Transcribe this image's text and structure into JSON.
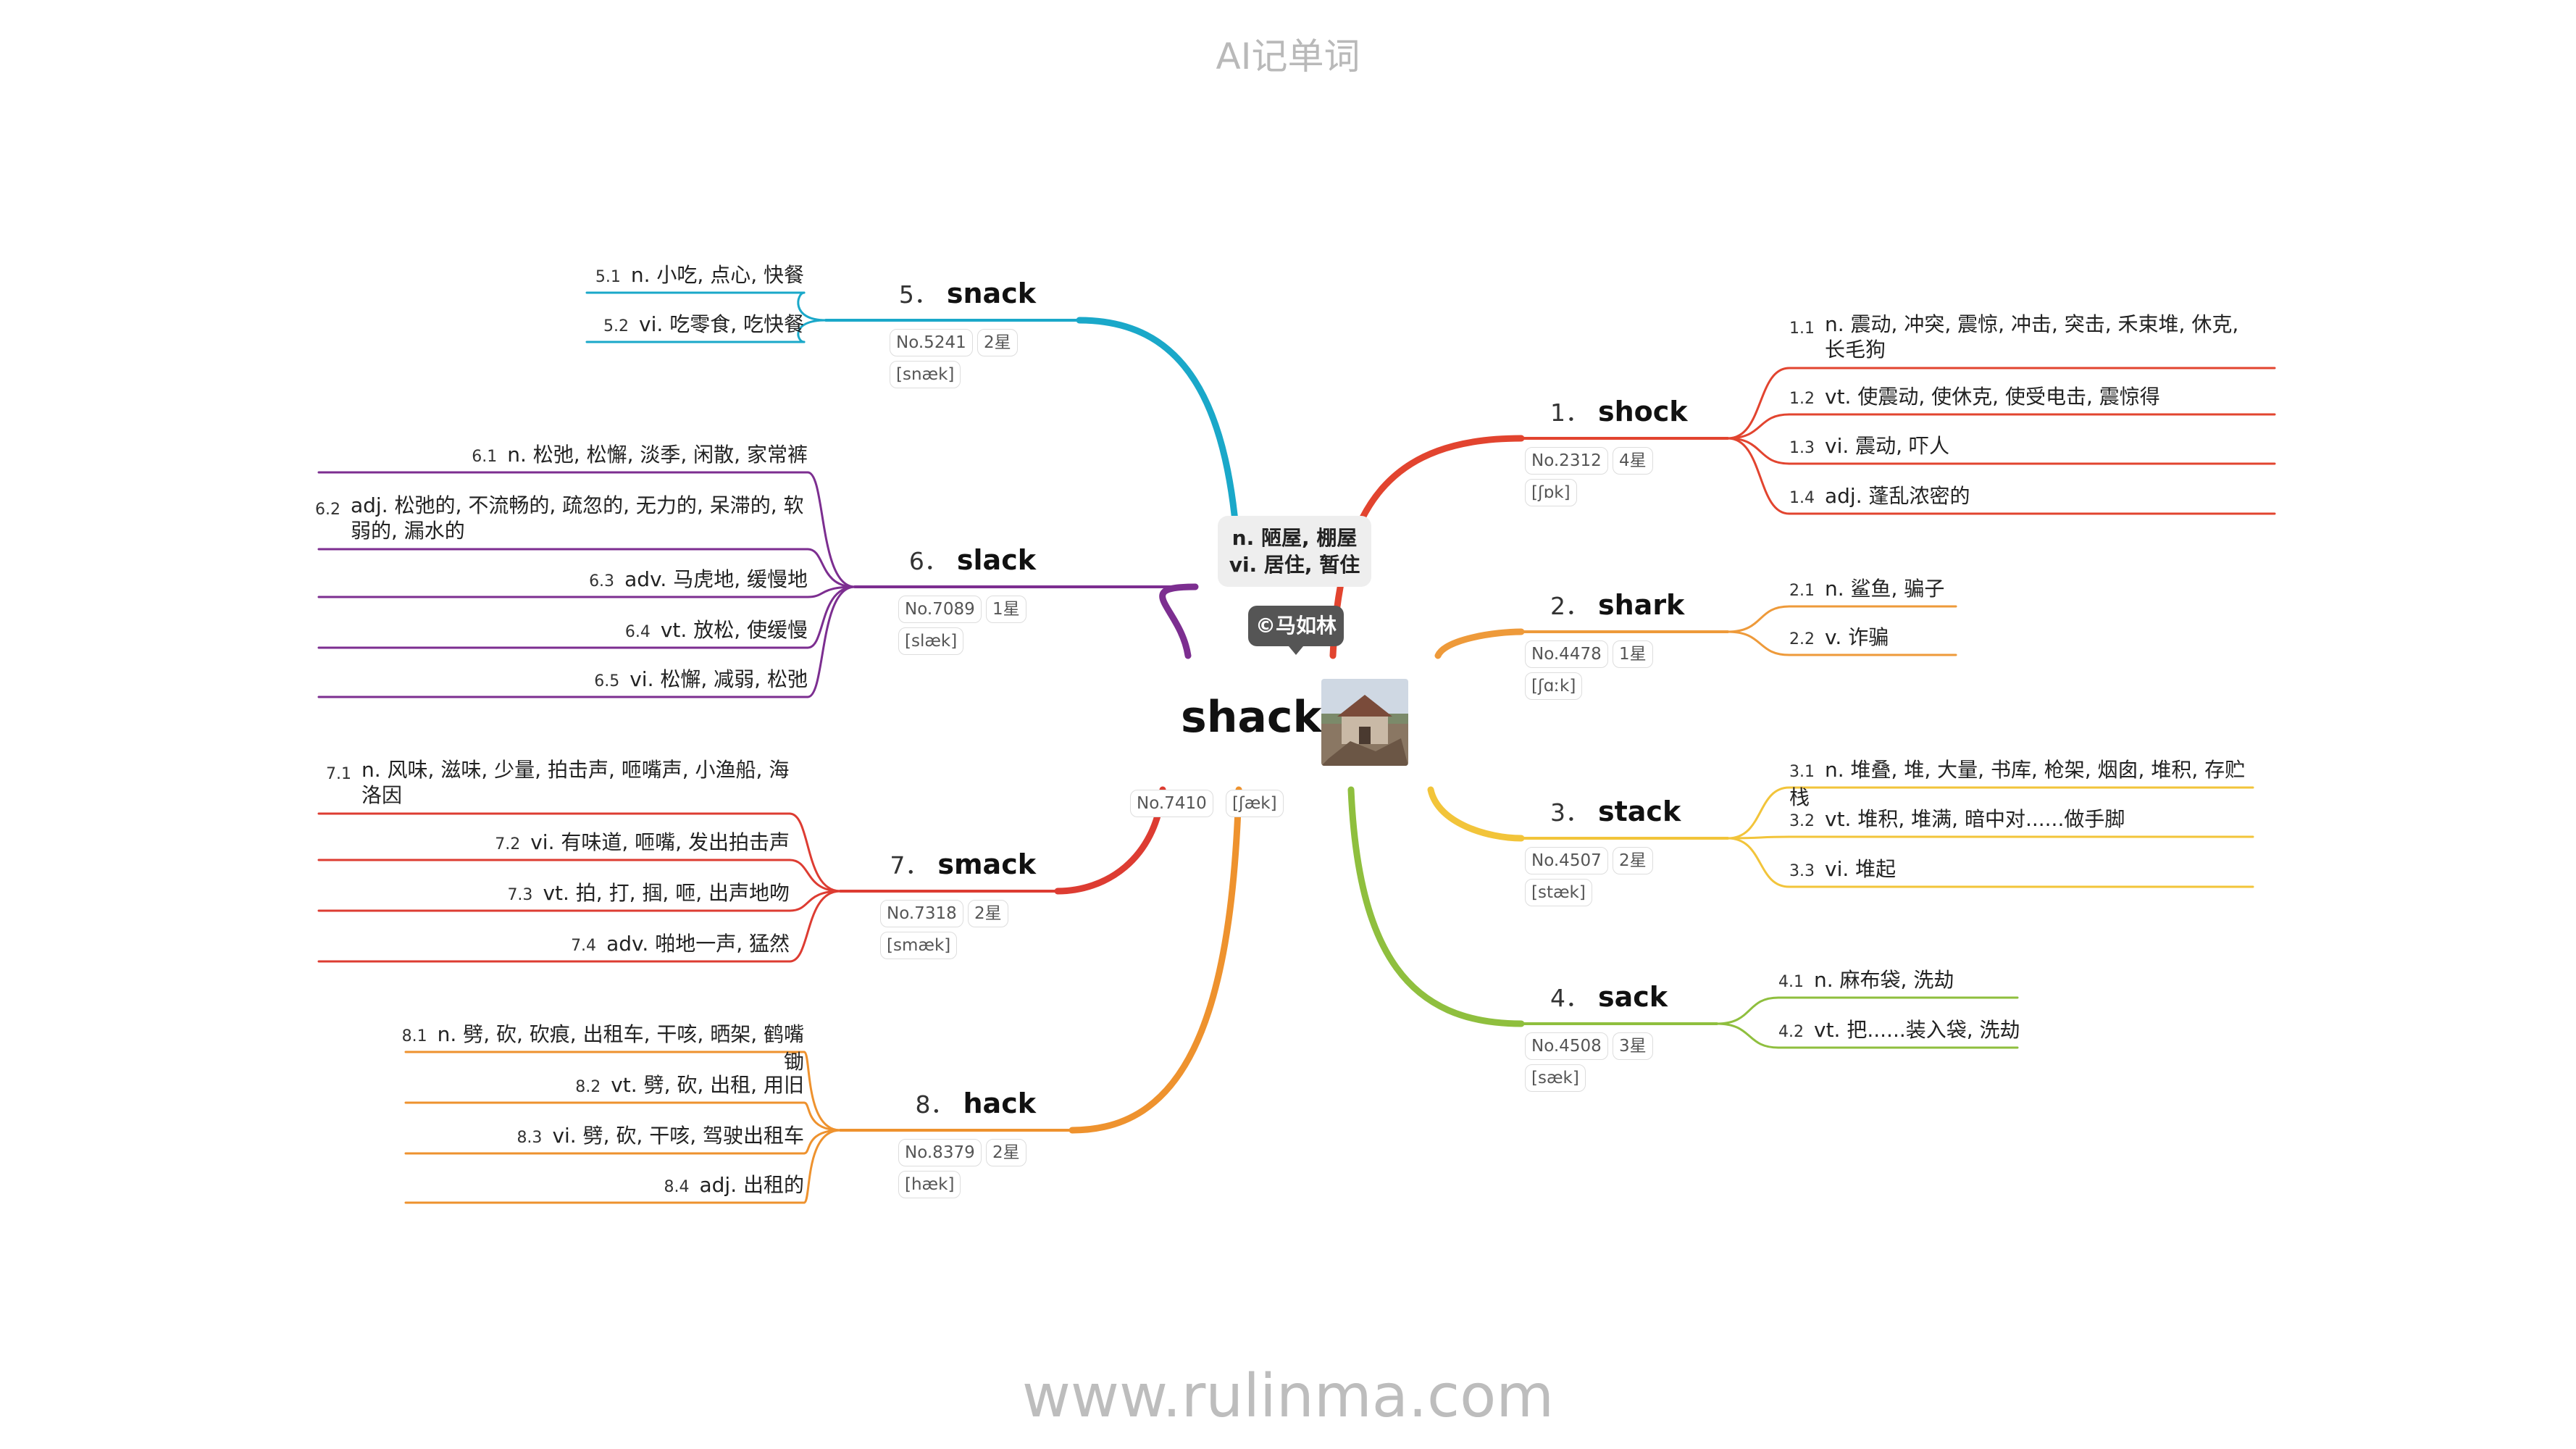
{
  "header": {
    "title": "AI记单词"
  },
  "footer": {
    "url": "www.rulinma.com"
  },
  "center": {
    "word": "shack",
    "meaning_n": "n. 陋屋, 棚屋",
    "meaning_vi": "vi. 居住, 暂住",
    "copyright": "©马如林",
    "number": "No.7410",
    "phonetic": "[ʃæk]"
  },
  "colors": {
    "b1": "#e2442f",
    "b2": "#ee9a3a",
    "b3": "#f2c43a",
    "b4": "#8fbf3e",
    "b5": "#1aa8c9",
    "b6": "#7c2e90",
    "b7": "#dd3c32",
    "b8": "#ee922e"
  },
  "branches": [
    {
      "num": "1．",
      "word": "shock",
      "no": "No.2312",
      "stars": "4星",
      "phonetic": "[ʃɒk]",
      "defs": [
        {
          "n": "1.1",
          "t": "n. 震动, 冲突, 震惊, 冲击, 突击, 禾束堆, 休克, 长毛狗"
        },
        {
          "n": "1.2",
          "t": "vt. 使震动, 使休克, 使受电击, 震惊得"
        },
        {
          "n": "1.3",
          "t": "vi. 震动, 吓人"
        },
        {
          "n": "1.4",
          "t": "adj. 蓬乱浓密的"
        }
      ]
    },
    {
      "num": "2．",
      "word": "shark",
      "no": "No.4478",
      "stars": "1星",
      "phonetic": "[ʃɑːk]",
      "defs": [
        {
          "n": "2.1",
          "t": "n. 鲨鱼, 骗子"
        },
        {
          "n": "2.2",
          "t": "v. 诈骗"
        }
      ]
    },
    {
      "num": "3．",
      "word": "stack",
      "no": "No.4507",
      "stars": "2星",
      "phonetic": "[stæk]",
      "defs": [
        {
          "n": "3.1",
          "t": "n. 堆叠, 堆, 大量, 书库, 枪架, 烟囱, 堆积, 存贮栈"
        },
        {
          "n": "3.2",
          "t": "vt. 堆积, 堆满, 暗中对......做手脚"
        },
        {
          "n": "3.3",
          "t": "vi. 堆起"
        }
      ]
    },
    {
      "num": "4．",
      "word": "sack",
      "no": "No.4508",
      "stars": "3星",
      "phonetic": "[sæk]",
      "defs": [
        {
          "n": "4.1",
          "t": "n. 麻布袋, 洗劫"
        },
        {
          "n": "4.2",
          "t": "vt. 把......装入袋, 洗劫"
        }
      ]
    },
    {
      "num": "5．",
      "word": "snack",
      "no": "No.5241",
      "stars": "2星",
      "phonetic": "[snæk]",
      "defs": [
        {
          "n": "5.1",
          "t": "n. 小吃, 点心, 快餐"
        },
        {
          "n": "5.2",
          "t": "vi. 吃零食, 吃快餐"
        }
      ]
    },
    {
      "num": "6．",
      "word": "slack",
      "no": "No.7089",
      "stars": "1星",
      "phonetic": "[slæk]",
      "defs": [
        {
          "n": "6.1",
          "t": "n. 松弛, 松懈, 淡季, 闲散, 家常裤"
        },
        {
          "n": "6.2",
          "t": "adj. 松弛的, 不流畅的, 疏忽的, 无力的, 呆滞的, 软弱的, 漏水的"
        },
        {
          "n": "6.3",
          "t": "adv. 马虎地, 缓慢地"
        },
        {
          "n": "6.4",
          "t": "vt. 放松, 使缓慢"
        },
        {
          "n": "6.5",
          "t": "vi. 松懈, 减弱, 松弛"
        }
      ]
    },
    {
      "num": "7．",
      "word": "smack",
      "no": "No.7318",
      "stars": "2星",
      "phonetic": "[smæk]",
      "defs": [
        {
          "n": "7.1",
          "t": "n. 风味, 滋味, 少量, 拍击声, 咂嘴声, 小渔船, 海洛因"
        },
        {
          "n": "7.2",
          "t": "vi. 有味道, 咂嘴, 发出拍击声"
        },
        {
          "n": "7.3",
          "t": "vt. 拍, 打, 掴, 咂, 出声地吻"
        },
        {
          "n": "7.4",
          "t": "adv. 啪地一声, 猛然"
        }
      ]
    },
    {
      "num": "8．",
      "word": "hack",
      "no": "No.8379",
      "stars": "2星",
      "phonetic": "[hæk]",
      "defs": [
        {
          "n": "8.1",
          "t": "n. 劈, 砍, 砍痕, 出租车, 干咳, 晒架, 鹤嘴锄"
        },
        {
          "n": "8.2",
          "t": "vt. 劈, 砍, 出租, 用旧"
        },
        {
          "n": "8.3",
          "t": "vi. 劈, 砍, 干咳, 驾驶出租车"
        },
        {
          "n": "8.4",
          "t": "adj. 出租的"
        }
      ]
    }
  ]
}
